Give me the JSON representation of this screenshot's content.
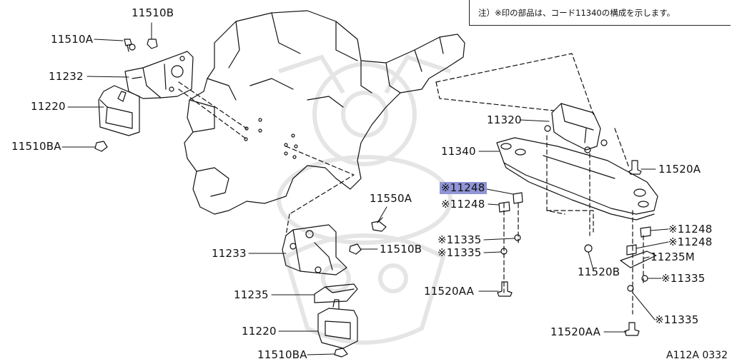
{
  "note": "注）※印の部品は、コード11340の構成を示します。",
  "diagram_code": "A112A 0332",
  "highlight_color": "#8f95d6",
  "labels": {
    "p11510B_top": "11510B",
    "p11510A": "11510A",
    "p11232": "11232",
    "p11220_top": "11220",
    "p11510BA_top": "11510BA",
    "p11550A": "11550A",
    "p11233": "11233",
    "p11510B_mid": "11510B",
    "p11235": "11235",
    "p11220_bot": "11220",
    "p11510BA_bot": "11510BA",
    "p11320": "11320",
    "p11340": "11340",
    "p11520A": "11520A",
    "p11248_hl": "※11248",
    "p11248_l": "※11248",
    "p11248_r1": "※11248",
    "p11248_r2": "※11248",
    "p11335_l1": "※11335",
    "p11335_l2": "※11335",
    "p11235M": "11235M",
    "p11520B": "11520B",
    "p11335_r": "※11335",
    "p11520AA_l": "11520AA",
    "p11335_r2": "※11335",
    "p11520AA_r": "11520AA"
  }
}
